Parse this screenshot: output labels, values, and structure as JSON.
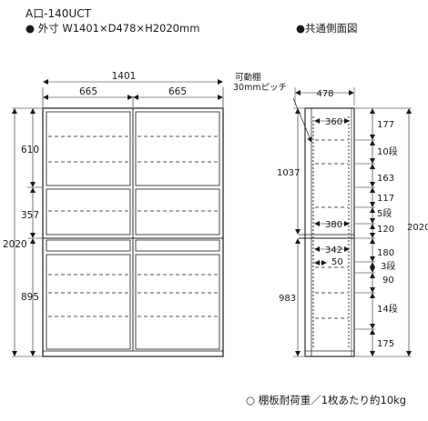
{
  "header": {
    "title": "A口-140UCT",
    "spec_bullet": "●",
    "spec": "外寸 W1401×D478×H2020mm",
    "side_bullet": "●",
    "side_title": "共通側面図"
  },
  "front_view": {
    "total_width": "1401",
    "bay_widths": [
      "665",
      "665"
    ],
    "total_height": "2020",
    "section_heights": [
      "610",
      "357",
      "895"
    ]
  },
  "side_view": {
    "depth": "478",
    "shelf_pitch_label": "可動棚\n30mmピッチ",
    "height_upper": "1037",
    "height_lower": "983",
    "total_height": "2020",
    "inner_depths": [
      "360",
      "380",
      "342",
      "50"
    ],
    "right_dims": [
      "177",
      "10段",
      "163",
      "117",
      "5段",
      "120",
      "180",
      "3段",
      "90",
      "14段",
      "175"
    ]
  },
  "footer": {
    "note_bullet": "○",
    "note": "棚板耐荷重／1枚あたり約10kg"
  }
}
